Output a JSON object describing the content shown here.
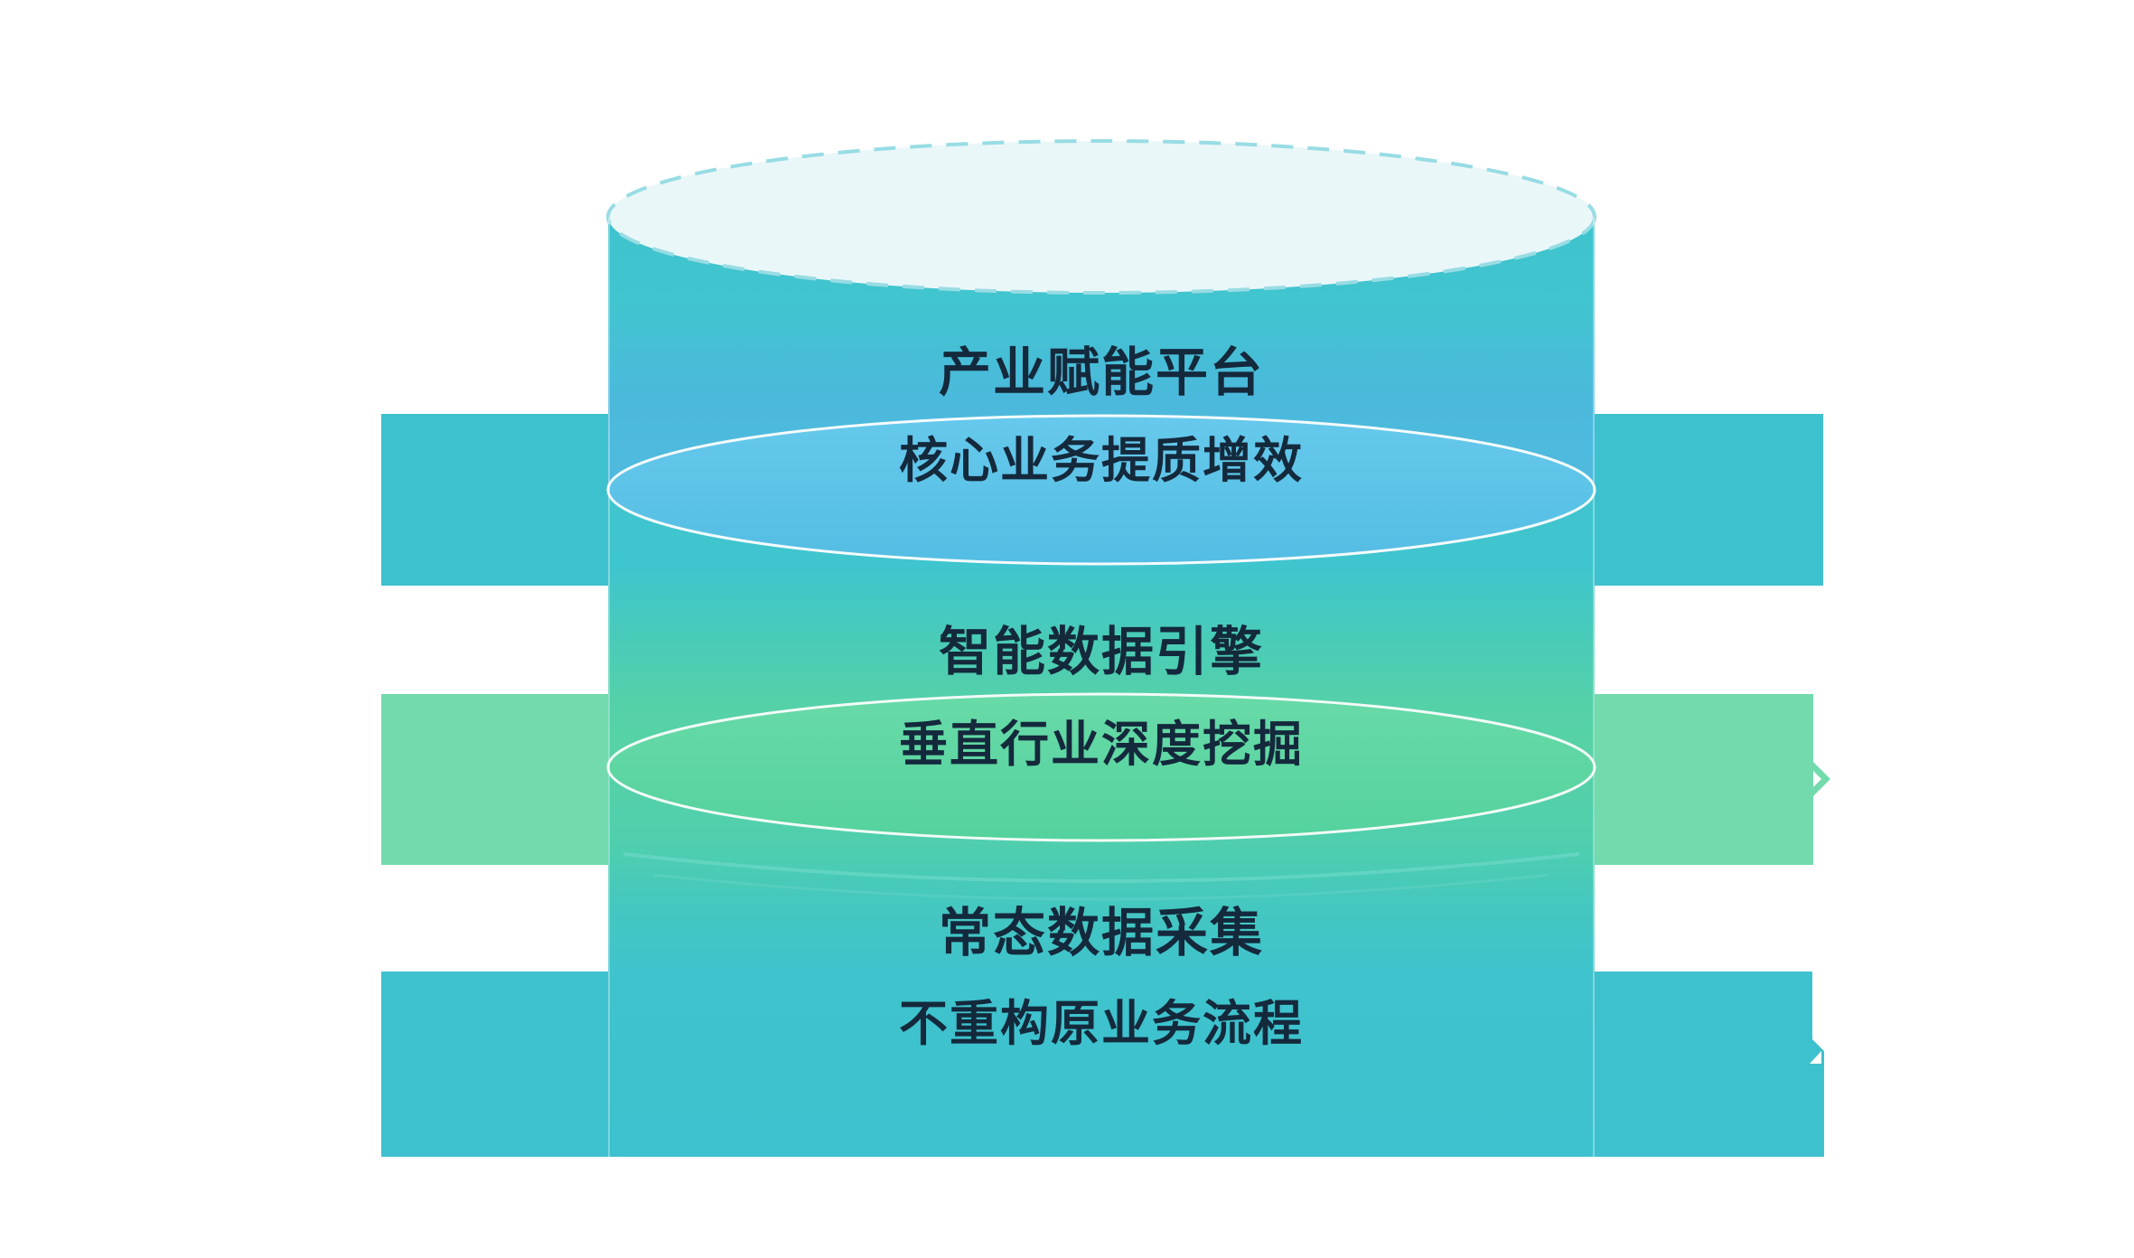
{
  "diagram": {
    "title_hint": "three-tier data platform cylinder diagram",
    "layers": [
      {
        "title": "产业赋能平台",
        "subtitle": "核心业务提质增效"
      },
      {
        "title": "智能数据引擎",
        "subtitle": "垂直行业深度挖掘"
      },
      {
        "title": "常态数据采集",
        "subtitle": "不重构原业务流程"
      }
    ],
    "colors": {
      "band_teal": "#3EC1CE",
      "band_green": "#72DAAC",
      "cylinder_top_fill": "#EAF7F9",
      "dashed_border": "#98DCE4",
      "blue_section": "#54BCE1",
      "green_section": "#5CD4A3",
      "teal_section": "#3FC4CE",
      "ellipse_border": "#F4FBFD",
      "ripple": "#7FDFD2",
      "text": "#14293C",
      "background": "#FFFFFF",
      "notch_white": "#FFFFFF"
    }
  }
}
